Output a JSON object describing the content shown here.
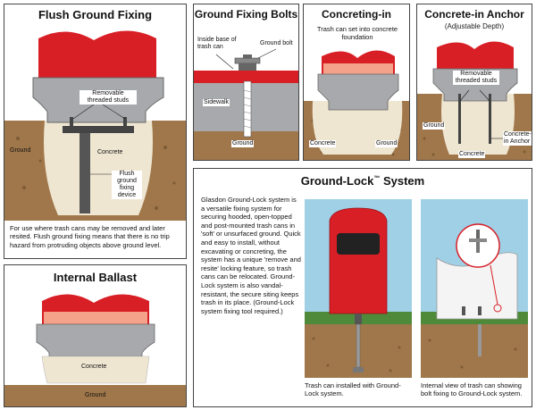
{
  "panels": {
    "flush": {
      "title": "Flush Ground Fixing",
      "labels": {
        "studs": "Removable threaded studs",
        "ground": "Ground",
        "concrete": "Concrete",
        "device": "Flush ground fixing device"
      },
      "caption": "For use where trash cans may be removed and later resited.  Flush ground fixing means that there is no trip hazard from protruding objects above ground level."
    },
    "bolts": {
      "title": "Ground Fixing Bolts",
      "labels": {
        "base": "Inside base of trash can",
        "bolt": "Ground bolt",
        "sidewalk": "Sidewalk",
        "ground": "Ground"
      }
    },
    "concreting": {
      "title": "Concreting-in",
      "labels": {
        "set": "Trash can set into concrete foundation",
        "concrete": "Concrete",
        "ground": "Ground"
      }
    },
    "anchor": {
      "title": "Concrete-in Anchor",
      "subtitle": "(Adjustable Depth)",
      "labels": {
        "studs": "Removable threaded studs",
        "ground": "Ground",
        "anchor": "Concrete-in Anchor",
        "concrete": "Concrete"
      }
    },
    "ballast": {
      "title": "Internal Ballast",
      "labels": {
        "concrete": "Concrete",
        "ground": "Ground"
      }
    },
    "groundlock": {
      "title": "Ground-Lock",
      "tm": "™",
      "title_suffix": " System",
      "description": "Glasdon Ground-Lock system is a versatile fixing system for securing hooded, open-topped and post-mounted trash cans in 'soft' or unsurfaced ground. Quick and easy to install, without excavating or concreting, the system has a unique 'remove and resite' locking feature, so trash cans can be relocated. Ground-Lock system is also vandal-resistant, the secure siting keeps trash in its place. (Ground-Lock system fixing tool required.)",
      "caption_left": "Trash can installed with Ground-Lock system.",
      "caption_right": "Internal view of trash can showing bolt fixing to Ground-Lock system."
    }
  },
  "colors": {
    "red": "#d81f26",
    "grey": "#a7a9ac",
    "soil": "#a0774a",
    "concrete": "#efe6d2",
    "sky": "#9fd0e6"
  }
}
